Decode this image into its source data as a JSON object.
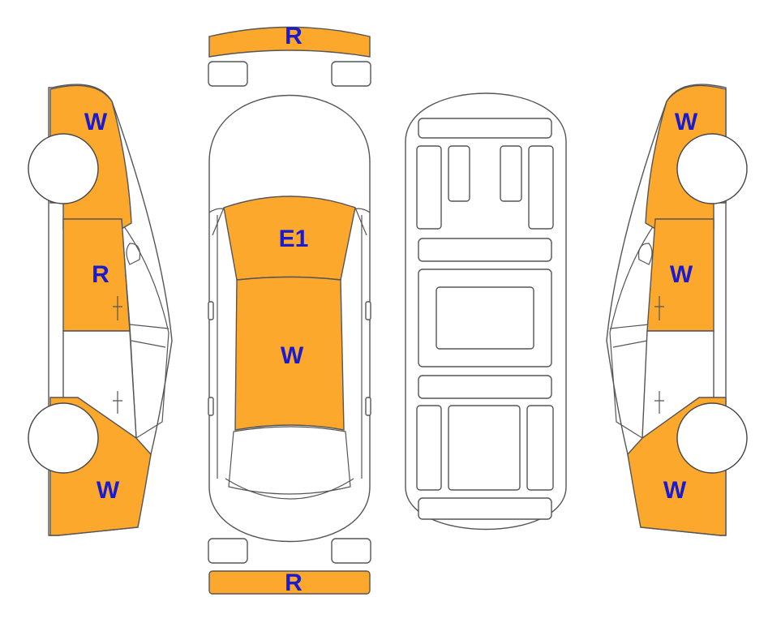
{
  "colors": {
    "damage_fill": "#FCA82D",
    "label": "#1A1ACF",
    "outline": "#555555"
  },
  "labels": {
    "front_bumper": "R",
    "rear_bumper": "R",
    "hood": "E1",
    "roof": "W",
    "left_front_fender": "W",
    "left_front_door": "R",
    "left_rear_quarter": "W",
    "right_front_fender": "W",
    "right_front_door": "W",
    "right_rear_quarter": "W"
  }
}
